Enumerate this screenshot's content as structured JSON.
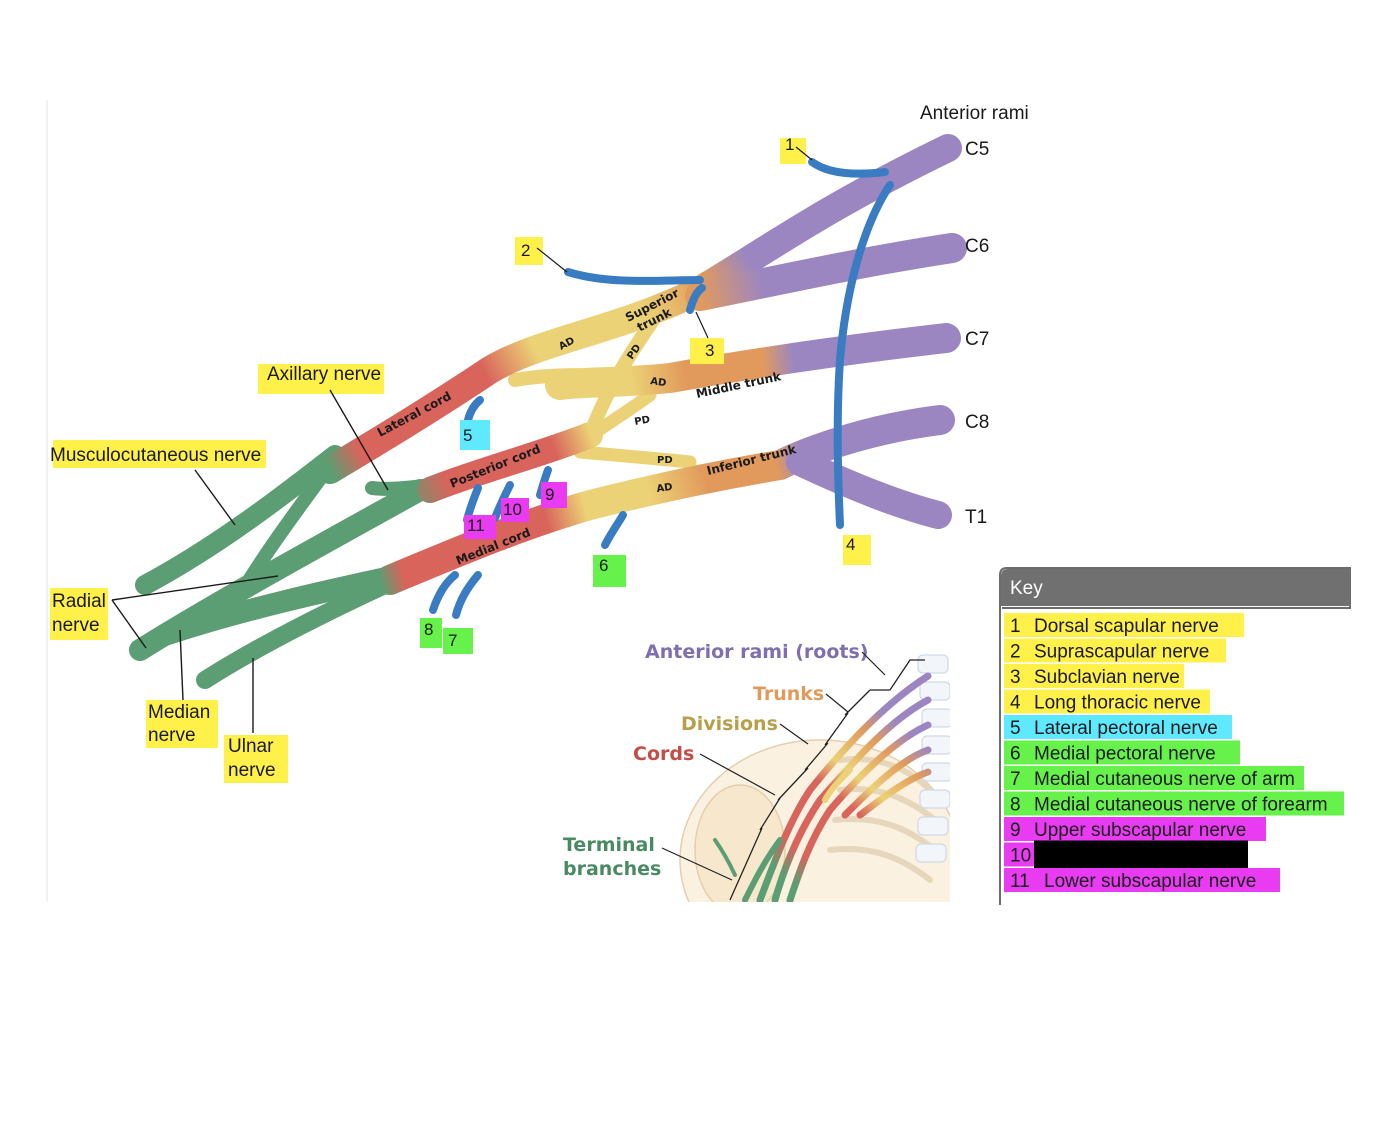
{
  "colors": {
    "root": "#9b86c2",
    "trunk": "#e19a5c",
    "division": "#ecd276",
    "cord": "#d8645c",
    "terminal": "#5c9e73",
    "branch": "#3a7cc1",
    "hl_yellow": "#fff04a",
    "hl_cyan": "#5fe9ff",
    "hl_green": "#66f24a",
    "hl_magenta": "#e93cf2"
  },
  "header": {
    "anterior_rami": "Anterior rami"
  },
  "roots": [
    "C5",
    "C6",
    "C7",
    "C8",
    "T1"
  ],
  "parts": {
    "superior_trunk": [
      "Superior",
      "trunk"
    ],
    "middle_trunk": "Middle trunk",
    "inferior_trunk": "Inferior trunk",
    "lateral_cord": "Lateral cord",
    "posterior_cord": "Posterior cord",
    "medial_cord": "Medial cord",
    "ad": "AD",
    "pd": "PD"
  },
  "labels": {
    "axillary": "Axillary nerve",
    "musculocutaneous": "Musculocutaneous nerve",
    "radial": [
      "Radial",
      "nerve"
    ],
    "median": [
      "Median",
      "nerve"
    ],
    "ulnar": [
      "Ulnar",
      "nerve"
    ]
  },
  "numbers": [
    "1",
    "2",
    "3",
    "4",
    "5",
    "6",
    "7",
    "8",
    "9",
    "10",
    "11"
  ],
  "inset": {
    "rami": "Anterior rami (roots)",
    "trunks": "Trunks",
    "divisions": "Divisions",
    "cords": "Cords",
    "terminal": [
      "Terminal",
      "branches"
    ]
  },
  "key": {
    "title": "Key",
    "items": [
      {
        "num": "1",
        "text": "Dorsal scapular nerve",
        "hl": "yellow"
      },
      {
        "num": "2",
        "text": "Suprascapular nerve",
        "hl": "yellow"
      },
      {
        "num": "3",
        "text": "Subclavian nerve",
        "hl": "yellow"
      },
      {
        "num": "4",
        "text": "Long thoracic nerve",
        "hl": "yellow"
      },
      {
        "num": "5",
        "text": "Lateral pectoral nerve",
        "hl": "cyan"
      },
      {
        "num": "6",
        "text": "Medial pectoral nerve",
        "hl": "green"
      },
      {
        "num": "7",
        "text": "Medial cutaneous nerve of arm",
        "hl": "green"
      },
      {
        "num": "8",
        "text": "Medial cutaneous nerve of forearm",
        "hl": "green"
      },
      {
        "num": "9",
        "text": "Upper subscapular nerve",
        "hl": "magenta"
      },
      {
        "num": "10",
        "text": "",
        "hl": "magenta"
      },
      {
        "num": "11",
        "text": "Lower subscapular nerve",
        "hl": "magenta"
      }
    ]
  }
}
